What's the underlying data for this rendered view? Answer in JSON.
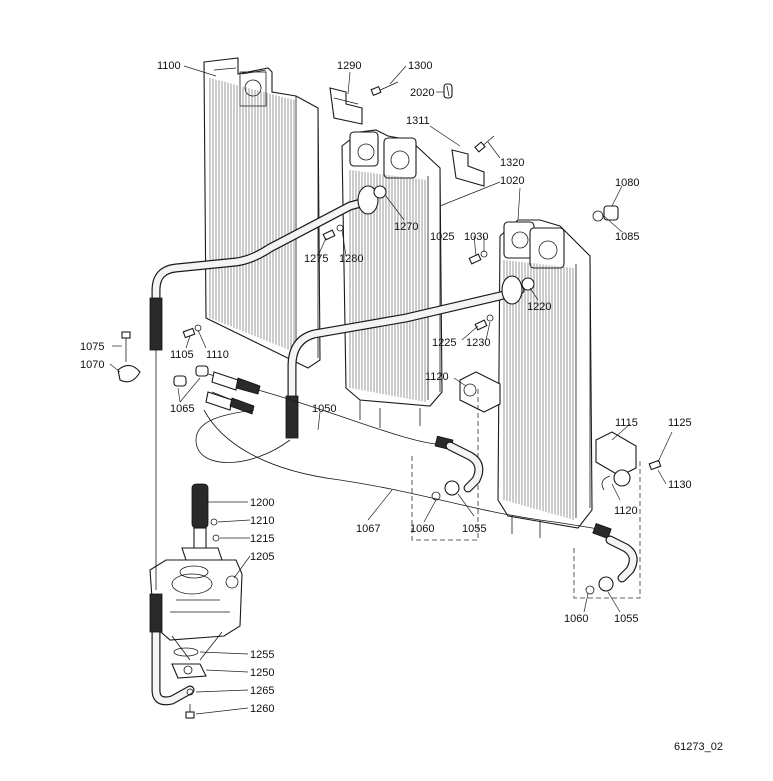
{
  "diagram": {
    "figure_id": "61273_02",
    "callouts": [
      {
        "id": "1100",
        "label": "1100"
      },
      {
        "id": "1290",
        "label": "1290"
      },
      {
        "id": "1300",
        "label": "1300"
      },
      {
        "id": "2020",
        "label": "2020"
      },
      {
        "id": "1311",
        "label": "1311"
      },
      {
        "id": "1320",
        "label": "1320"
      },
      {
        "id": "1020",
        "label": "1020"
      },
      {
        "id": "1080",
        "label": "1080"
      },
      {
        "id": "1085",
        "label": "1085"
      },
      {
        "id": "1270",
        "label": "1270"
      },
      {
        "id": "1025",
        "label": "1025"
      },
      {
        "id": "1030",
        "label": "1030"
      },
      {
        "id": "1275",
        "label": "1275"
      },
      {
        "id": "1280",
        "label": "1280"
      },
      {
        "id": "1220",
        "label": "1220"
      },
      {
        "id": "1225",
        "label": "1225"
      },
      {
        "id": "1230",
        "label": "1230"
      },
      {
        "id": "1075",
        "label": "1075"
      },
      {
        "id": "1105",
        "label": "1105"
      },
      {
        "id": "1110",
        "label": "1110"
      },
      {
        "id": "1070",
        "label": "1070"
      },
      {
        "id": "1120a",
        "label": "1120"
      },
      {
        "id": "1065",
        "label": "1065"
      },
      {
        "id": "1050",
        "label": "1050"
      },
      {
        "id": "1115",
        "label": "1115"
      },
      {
        "id": "1125",
        "label": "1125"
      },
      {
        "id": "1130",
        "label": "1130"
      },
      {
        "id": "1120b",
        "label": "1120"
      },
      {
        "id": "1067",
        "label": "1067"
      },
      {
        "id": "1060a",
        "label": "1060"
      },
      {
        "id": "1055a",
        "label": "1055"
      },
      {
        "id": "1200",
        "label": "1200"
      },
      {
        "id": "1210",
        "label": "1210"
      },
      {
        "id": "1215",
        "label": "1215"
      },
      {
        "id": "1205",
        "label": "1205"
      },
      {
        "id": "1060b",
        "label": "1060"
      },
      {
        "id": "1055b",
        "label": "1055"
      },
      {
        "id": "1255",
        "label": "1255"
      },
      {
        "id": "1250",
        "label": "1250"
      },
      {
        "id": "1265",
        "label": "1265"
      },
      {
        "id": "1260",
        "label": "1260"
      }
    ]
  }
}
